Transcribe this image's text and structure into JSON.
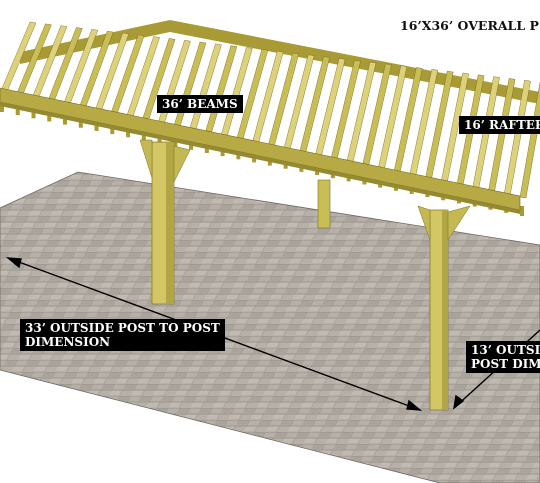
{
  "diagram": {
    "title": "16’X36’ OVERALL P",
    "labels": {
      "beams": "36’ BEAMS",
      "rafters": "16’ RAFTER",
      "length_dim": "33’ OUTSIDE POST TO POST\nDIMENSION",
      "width_dim": "13’ OUTSID\nPOST DIM"
    },
    "colors": {
      "wood": "#c9bd55",
      "wood_dark": "#a89a35",
      "wood_light": "#ddd27a",
      "patio": "#b4aea6",
      "patio_joint": "#8c867e",
      "label_bg": "#000000",
      "label_text": "#ffffff"
    },
    "counts": {
      "rafters": 34
    }
  }
}
